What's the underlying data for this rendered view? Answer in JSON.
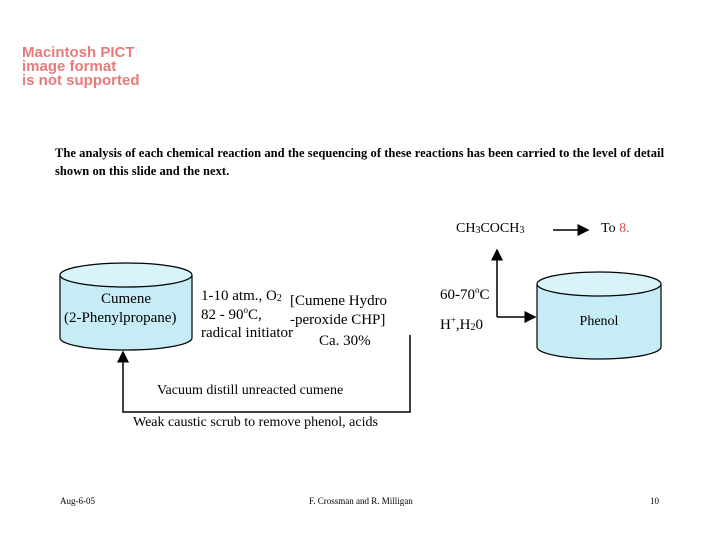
{
  "placeholder_image": {
    "line1": "Macintosh PICT",
    "line2": "image format",
    "line3": "is not supported"
  },
  "intro_text": "The analysis of each chemical reaction and the sequencing of these reactions has been carried to the level of detail shown on this slide and the next.",
  "feed_tank": {
    "line1": "Cumene",
    "line2": "(2-Phenylpropane)"
  },
  "reactor_conditions": {
    "pressure_prefix": "1-10 atm., O",
    "pressure_sub": "2",
    "temp_prefix": "82 - 90",
    "temp_sup": "o",
    "temp_suffix": "C,",
    "initiator": "radical initiator"
  },
  "product": {
    "line1": "[Cumene Hydro",
    "line2": "-peroxide CHP]",
    "line3": "Ca. 30%"
  },
  "byproduct": {
    "p1": "CH",
    "s1": "3",
    "p2": "COCH",
    "s2": "3",
    "to_prefix": "To ",
    "to_ref": "8."
  },
  "cleavage_conditions": {
    "temp_prefix": "60-70",
    "temp_sup": "o",
    "temp_suffix": "C",
    "acid_prefix": "H",
    "acid_sup": "+",
    "acid_mid": ",H",
    "acid_sub": "2",
    "acid_suffix": "0"
  },
  "product_tank": {
    "label": "Phenol"
  },
  "recycle": {
    "label": "Vacuum distill unreacted cumene"
  },
  "scrub": {
    "label": "Weak caustic scrub to remove phenol, acids"
  },
  "footer": {
    "date": "Aug-6-05",
    "authors": "F. Crossman and R. Milligan",
    "page": "10"
  },
  "colors": {
    "tank_fill": "#c6ecf6",
    "tank_top": "#d8f3fa",
    "placeholder_text": "#e87a7a",
    "reference_red": "#e05050"
  }
}
